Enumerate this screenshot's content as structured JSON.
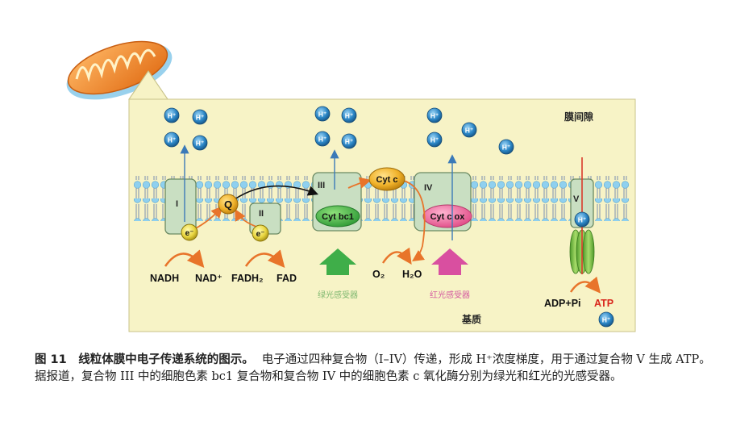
{
  "region_labels": {
    "intermembrane_space": "膜间隙",
    "matrix": "基质"
  },
  "complexes": {
    "c1": "I",
    "c2": "II",
    "c3": "III",
    "c4": "IV",
    "c5": "V"
  },
  "carriers": {
    "q": "Q",
    "cytc": "Cyt c",
    "cyt_bc1": "Cyt bc1",
    "cyt_c_ox": "Cyt c ox"
  },
  "proton_label": "H⁺",
  "electron_label": "e⁻",
  "reactions": {
    "nadh": "NADH",
    "nad": "NAD⁺",
    "fadh2": "FADH₂",
    "fad": "FAD",
    "o2": "O₂",
    "h2o": "H₂O",
    "adp": "ADP+Pi",
    "atp": "ATP"
  },
  "photoreceptors": {
    "green": "绿光感受器",
    "red": "红光感受器"
  },
  "colors": {
    "membrane_bg": "#f7f3c6",
    "complex_fill": "#c9dfc2",
    "green_arrow": "#3fae49",
    "pink_arrow": "#d94fa0",
    "orange_arrow": "#e8742a",
    "proton_blue": "#2b86c6",
    "lipid_head": "#8fd0ef"
  },
  "caption": {
    "title": "图 11　线粒体膜中电子传递系统的图示。",
    "body": "电子通过四种复合物（I–IV）传递，形成 H⁺浓度梯度，用于通过复合物 V 生成 ATP。据报道，复合物 III 中的细胞色素 bc1 复合物和复合物 IV 中的细胞色素 c 氧化酶分别为绿光和红光的光感受器。"
  }
}
